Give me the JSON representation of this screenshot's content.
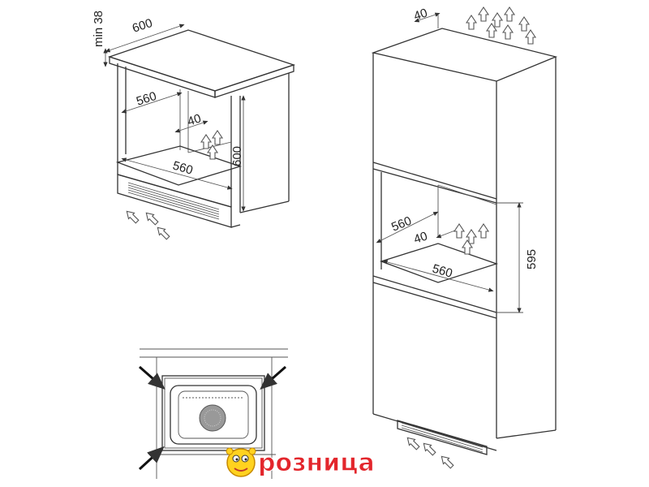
{
  "diagram": {
    "left_cabinet": {
      "min_label": "min 38",
      "top_width": "600",
      "inner_depth": "560",
      "gap": "40",
      "inner_width": "560",
      "height": "600"
    },
    "tall_cabinet": {
      "top_gap": "40",
      "inner_depth": "560",
      "gap": "40",
      "inner_width": "560",
      "height": "595"
    }
  },
  "watermark": {
    "text": "розница"
  },
  "colors": {
    "line": "#333333",
    "logo_red": "#e3262c",
    "logo_yellow": "#ffd21f"
  }
}
